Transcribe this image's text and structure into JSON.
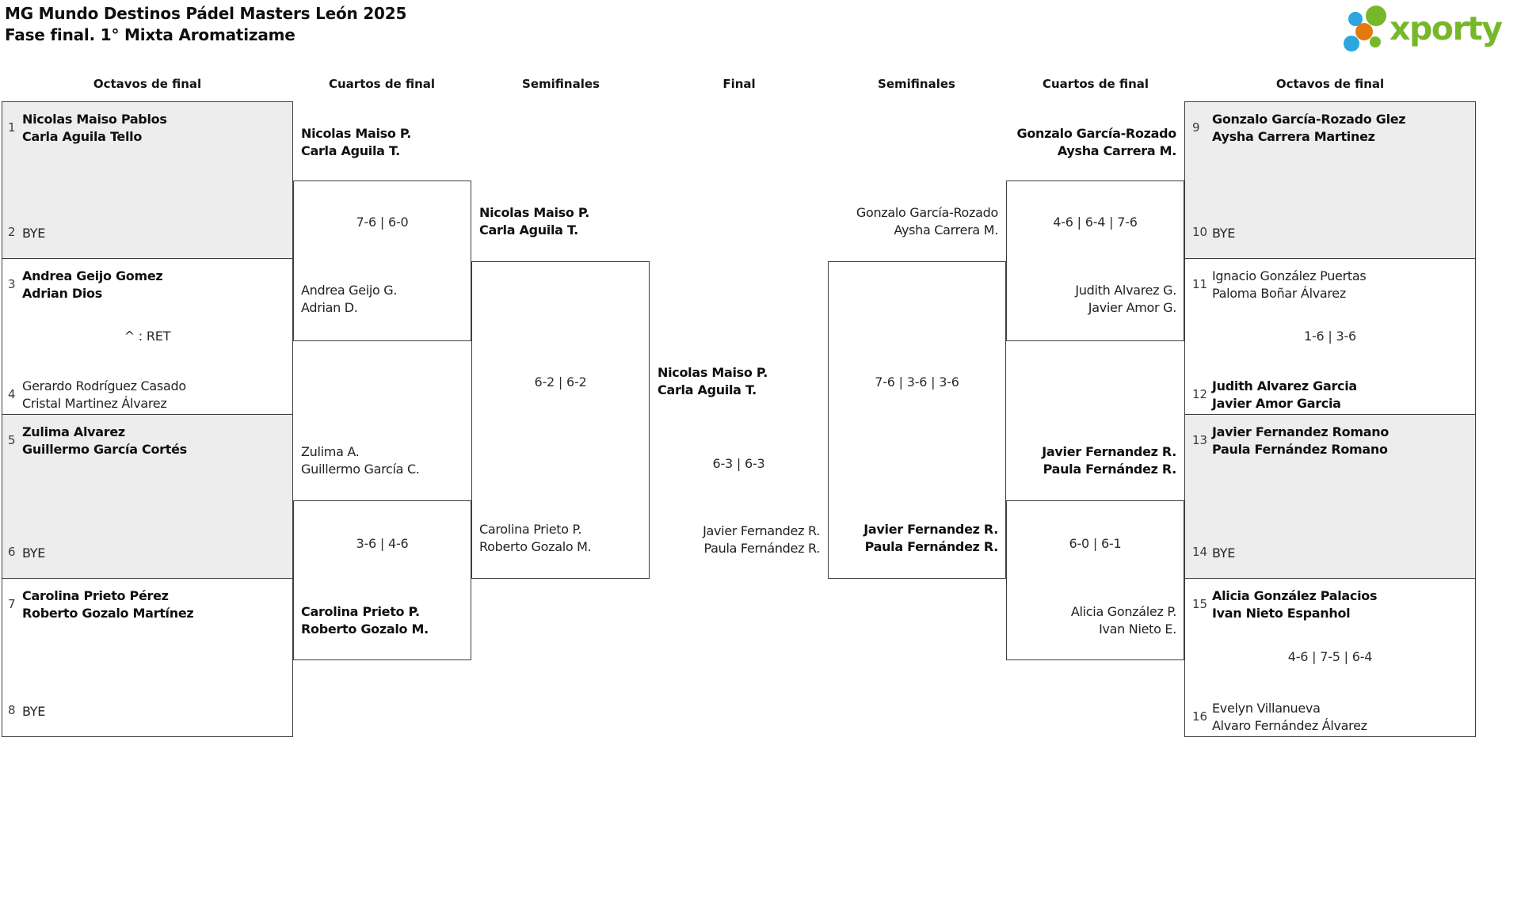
{
  "header": {
    "title_line1": "MG Mundo Destinos Pádel Masters León 2025",
    "title_line2": "Fase final. 1° Mixta Aromatizame"
  },
  "logo": {
    "text": "xporty",
    "colors": {
      "green": "#76b82a",
      "blue": "#2ba6de",
      "orange": "#e5790f"
    }
  },
  "round_headers": [
    {
      "label": "Octavos de final"
    },
    {
      "label": "Cuartos de final"
    },
    {
      "label": "Semifinales"
    },
    {
      "label": "Final"
    },
    {
      "label": "Semifinales"
    },
    {
      "label": "Cuartos de final"
    },
    {
      "label": "Octavos de final"
    }
  ],
  "colors": {
    "box_border": "#3e3e3e",
    "box_fill_alt": "#ededed",
    "text": "#1d1d1d"
  },
  "bracket": {
    "seeds": [
      {
        "num": "1",
        "side": "left",
        "row": 0,
        "slot": "top",
        "winner": true,
        "lines": [
          "Nicolas Maiso Pablos",
          "Carla Aguila Tello"
        ]
      },
      {
        "num": "2",
        "side": "left",
        "row": 0,
        "slot": "bottom",
        "winner": false,
        "lines": [
          "BYE"
        ]
      },
      {
        "num": "3",
        "side": "left",
        "row": 1,
        "slot": "top",
        "winner": true,
        "lines": [
          "Andrea Geijo Gomez",
          "Adrian Dios"
        ]
      },
      {
        "num": "4",
        "side": "left",
        "row": 1,
        "slot": "bottom",
        "winner": false,
        "lines": [
          "Gerardo Rodríguez Casado",
          "Cristal Martinez Álvarez"
        ]
      },
      {
        "num": "5",
        "side": "left",
        "row": 2,
        "slot": "top",
        "winner": true,
        "lines": [
          "Zulima Alvarez",
          "Guillermo García Cortés"
        ]
      },
      {
        "num": "6",
        "side": "left",
        "row": 2,
        "slot": "bottom",
        "winner": false,
        "lines": [
          "BYE"
        ]
      },
      {
        "num": "7",
        "side": "left",
        "row": 3,
        "slot": "top",
        "winner": true,
        "lines": [
          "Carolina Prieto Pérez",
          "Roberto Gozalo Martínez"
        ]
      },
      {
        "num": "8",
        "side": "left",
        "row": 3,
        "slot": "bottom",
        "winner": false,
        "lines": [
          "BYE"
        ]
      },
      {
        "num": "9",
        "side": "right",
        "row": 0,
        "slot": "top",
        "winner": true,
        "lines": [
          "Gonzalo García-Rozado Glez",
          "Aysha Carrera Martinez"
        ]
      },
      {
        "num": "10",
        "side": "right",
        "row": 0,
        "slot": "bottom",
        "winner": false,
        "lines": [
          "BYE"
        ]
      },
      {
        "num": "11",
        "side": "right",
        "row": 1,
        "slot": "top",
        "winner": false,
        "lines": [
          "Ignacio González Puertas",
          "Paloma Boñar Álvarez"
        ]
      },
      {
        "num": "12",
        "side": "right",
        "row": 1,
        "slot": "bottom",
        "winner": true,
        "lines": [
          "Judith Alvarez Garcia",
          "Javier Amor Garcia"
        ]
      },
      {
        "num": "13",
        "side": "right",
        "row": 2,
        "slot": "top",
        "winner": true,
        "lines": [
          "Javier Fernandez Romano",
          "Paula Fernández Romano"
        ]
      },
      {
        "num": "14",
        "side": "right",
        "row": 2,
        "slot": "bottom",
        "winner": false,
        "lines": [
          "BYE"
        ]
      },
      {
        "num": "15",
        "side": "right",
        "row": 3,
        "slot": "top",
        "winner": true,
        "lines": [
          "Alicia González Palacios",
          "Ivan Nieto Espanhol"
        ]
      },
      {
        "num": "16",
        "side": "right",
        "row": 3,
        "slot": "bottom",
        "winner": false,
        "lines": [
          "Evelyn Villanueva",
          "Alvaro Fernández Álvarez"
        ]
      }
    ],
    "octavos_center_texts": [
      {
        "side": "left",
        "row": 1,
        "kind": "note",
        "text": "^ : RET"
      },
      {
        "side": "right",
        "row": 1,
        "kind": "score",
        "text": "1-6 | 3-6"
      },
      {
        "side": "right",
        "row": 3,
        "kind": "score",
        "text": "4-6 | 7-5 | 6-4"
      }
    ],
    "matches": [
      {
        "id": "qf_left_1",
        "round": "Cuartos de final",
        "score": "7-6 | 6-0",
        "team_top": {
          "winner": true,
          "lines": [
            "Nicolas Maiso P.",
            "Carla Aguila T."
          ]
        },
        "team_bottom": {
          "winner": false,
          "lines": [
            "Andrea Geijo G.",
            "Adrian D."
          ]
        }
      },
      {
        "id": "qf_left_2",
        "round": "Cuartos de final",
        "score": "3-6 | 4-6",
        "team_top": {
          "winner": false,
          "lines": [
            "Zulima A.",
            "Guillermo García C."
          ]
        },
        "team_bottom": {
          "winner": true,
          "lines": [
            "Carolina Prieto P.",
            "Roberto Gozalo M."
          ]
        }
      },
      {
        "id": "sf_left",
        "round": "Semifinales",
        "score": "6-2 | 6-2",
        "team_top": {
          "winner": true,
          "lines": [
            "Nicolas Maiso P.",
            "Carla Aguila T."
          ]
        },
        "team_bottom": {
          "winner": false,
          "lines": [
            "Carolina Prieto P.",
            "Roberto Gozalo M."
          ]
        }
      },
      {
        "id": "final",
        "round": "Final",
        "score": "6-3 | 6-3",
        "team_top": {
          "winner": true,
          "lines": [
            "Nicolas Maiso P.",
            "Carla Aguila T."
          ]
        },
        "team_bottom": {
          "winner": false,
          "lines": [
            "Javier Fernandez R.",
            "Paula Fernández R."
          ]
        }
      },
      {
        "id": "sf_right",
        "round": "Semifinales",
        "score": "7-6 | 3-6 | 3-6",
        "team_top": {
          "winner": false,
          "lines": [
            "Gonzalo García-Rozado",
            "Aysha Carrera M."
          ]
        },
        "team_bottom": {
          "winner": true,
          "lines": [
            "Javier Fernandez R.",
            "Paula Fernández R."
          ]
        }
      },
      {
        "id": "qf_right_1",
        "round": "Cuartos de final",
        "score": "4-6 | 6-4 | 7-6",
        "team_top": {
          "winner": true,
          "lines": [
            "Gonzalo García-Rozado",
            "Aysha Carrera M."
          ]
        },
        "team_bottom": {
          "winner": false,
          "lines": [
            "Judith Alvarez G.",
            "Javier Amor G."
          ]
        }
      },
      {
        "id": "qf_right_2",
        "round": "Cuartos de final",
        "score": "6-0 | 6-1",
        "team_top": {
          "winner": true,
          "lines": [
            "Javier Fernandez R.",
            "Paula Fernández R."
          ]
        },
        "team_bottom": {
          "winner": false,
          "lines": [
            "Alicia González P.",
            "Ivan Nieto E."
          ]
        }
      }
    ]
  }
}
